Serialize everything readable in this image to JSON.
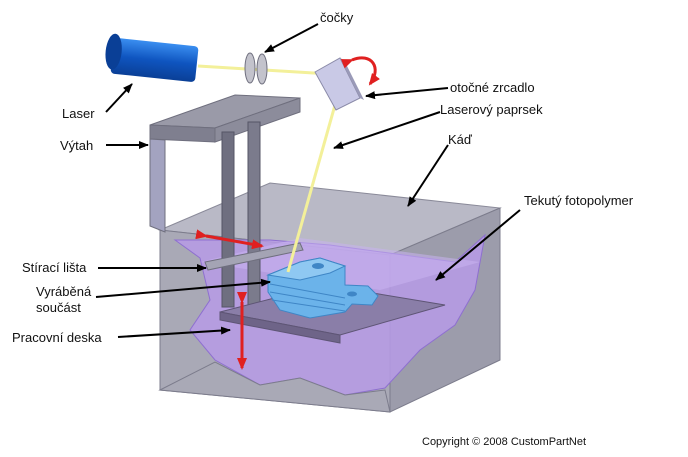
{
  "labels": {
    "lenses": "čočky",
    "laser": "Laser",
    "mirror": "otočné zrcadlo",
    "beam": "Laserový paprsek",
    "elevator": "Výtah",
    "vat": "Káď",
    "photopolymer": "Tekutý fotopolymer",
    "wiper": "Stírací lišta",
    "part_line1": "Vyráběná",
    "part_line2": "součást",
    "platform": "Pracovní deska"
  },
  "copyright": "Copyright © 2008 CustomPartNet",
  "colors": {
    "vat_face": "#a9a9b6",
    "vat_dark": "#8a8a99",
    "resin": "#b79be6",
    "part": "#6bb3ea",
    "laser_body": "#1260c8",
    "beam": "#f3f09a",
    "arrow_red": "#e02020",
    "leader": "#000000"
  }
}
